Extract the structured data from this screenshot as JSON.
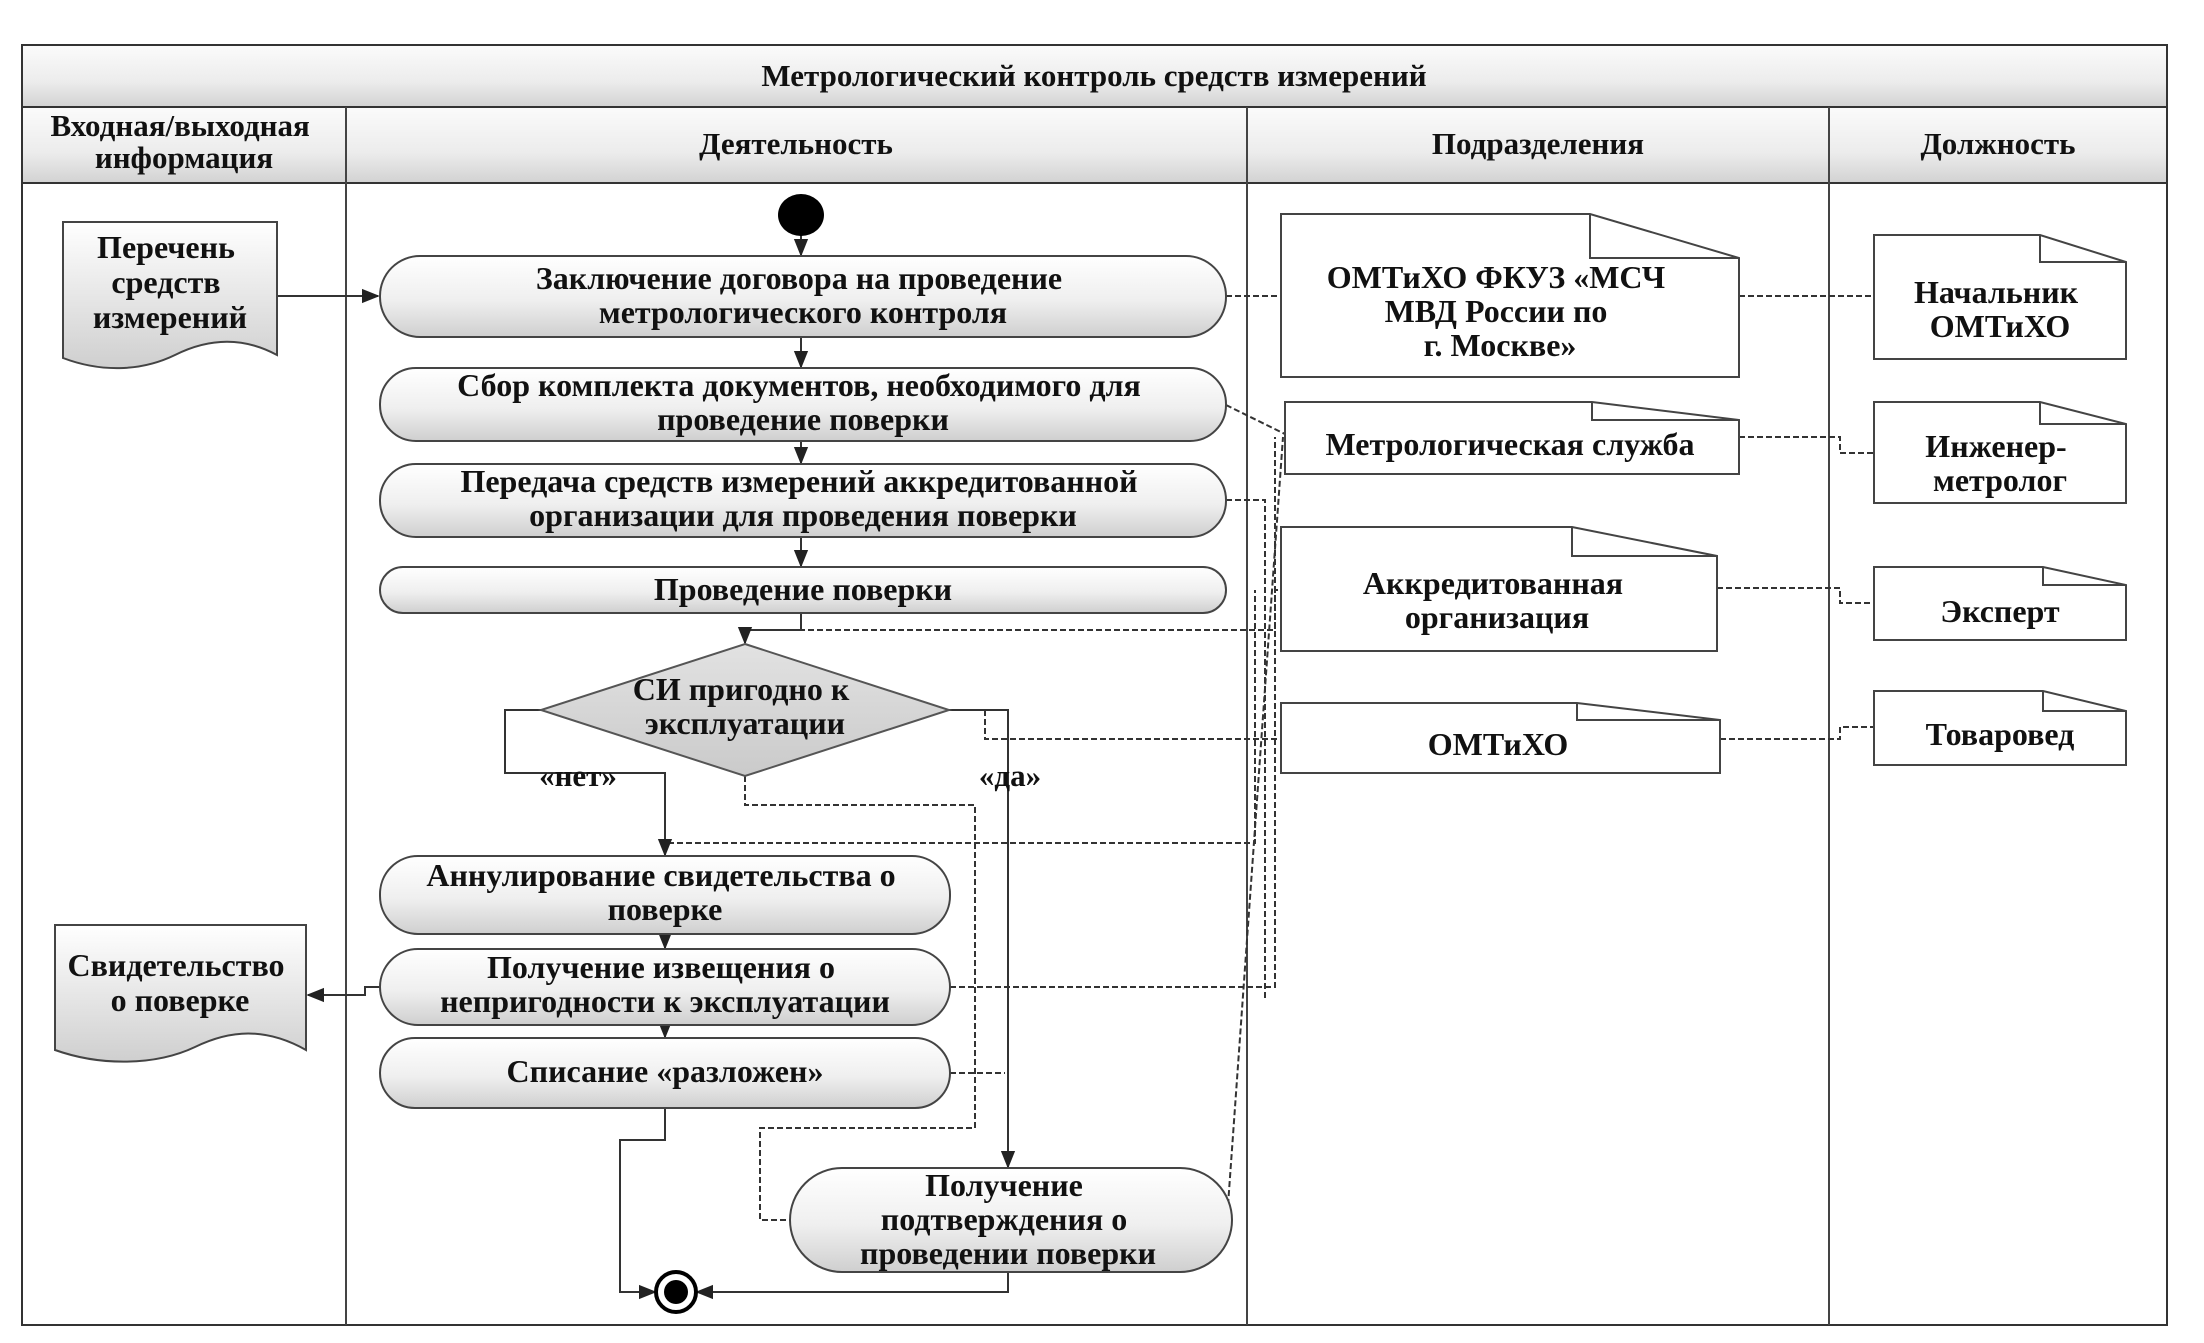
{
  "title": "Метрологический контроль средств измерений",
  "columns": [
    {
      "label_lines": [
        "Входная/выходная",
        "информация"
      ]
    },
    {
      "label_lines": [
        "Деятельность"
      ]
    },
    {
      "label_lines": [
        "Подразделения"
      ]
    },
    {
      "label_lines": [
        "Должность"
      ]
    }
  ],
  "inputs": [
    {
      "name": "input-doc-list",
      "lines": [
        "Перечень",
        "средств",
        "измерений"
      ]
    },
    {
      "name": "output-doc-certificate",
      "lines": [
        "Свидетельство",
        "о поверке"
      ]
    }
  ],
  "activities": [
    {
      "name": "activity-contract",
      "lines": [
        "Заключение договора на проведение",
        "метрологического контроля"
      ]
    },
    {
      "name": "activity-collect-docs",
      "lines": [
        "Сбор комплекта документов, необходимого для",
        "проведение поверки"
      ]
    },
    {
      "name": "activity-transfer",
      "lines": [
        "Передача средств измерений аккредитованной",
        "организации для проведения поверки"
      ]
    },
    {
      "name": "activity-verification",
      "lines": [
        "Проведение поверки"
      ]
    },
    {
      "name": "activity-annul",
      "lines": [
        "Аннулирование свидетельства о",
        "поверке"
      ]
    },
    {
      "name": "activity-notice",
      "lines": [
        "Получение извещения о",
        "непригодности к эксплуатации"
      ]
    },
    {
      "name": "activity-writeoff",
      "lines": [
        "Списание «разложен»"
      ]
    },
    {
      "name": "activity-confirmation",
      "lines": [
        "Получение",
        "подтверждения о",
        "проведении поверки"
      ]
    }
  ],
  "decision": {
    "lines": [
      "СИ пригодно к",
      "эксплуатации"
    ],
    "no_label": "«нет»",
    "yes_label": "«да»"
  },
  "departments": [
    {
      "name": "dept-omtiho-fkuz",
      "lines": [
        "ОМТиХО ФКУЗ «МСЧ",
        "МВД России по",
        "г. Москве»"
      ]
    },
    {
      "name": "dept-metrology-service",
      "lines": [
        "Метрологическая служба"
      ]
    },
    {
      "name": "dept-accredited-org",
      "lines": [
        "Аккредитованная",
        "организация"
      ]
    },
    {
      "name": "dept-omtiho",
      "lines": [
        "ОМТиХО"
      ]
    }
  ],
  "positions": [
    {
      "name": "position-head",
      "lines": [
        "Начальник",
        "ОМТиХО"
      ]
    },
    {
      "name": "position-engineer",
      "lines": [
        "Инженер-",
        "метролог"
      ]
    },
    {
      "name": "position-expert",
      "lines": [
        "Эксперт"
      ]
    },
    {
      "name": "position-merchandiser",
      "lines": [
        "Товаровед"
      ]
    }
  ],
  "colors": {
    "line": "#333333",
    "fill_light": "#ffffff",
    "fill_dark": "#d4d4d4",
    "header_light": "#f7f7f7",
    "header_dark": "#d9d9d9"
  }
}
